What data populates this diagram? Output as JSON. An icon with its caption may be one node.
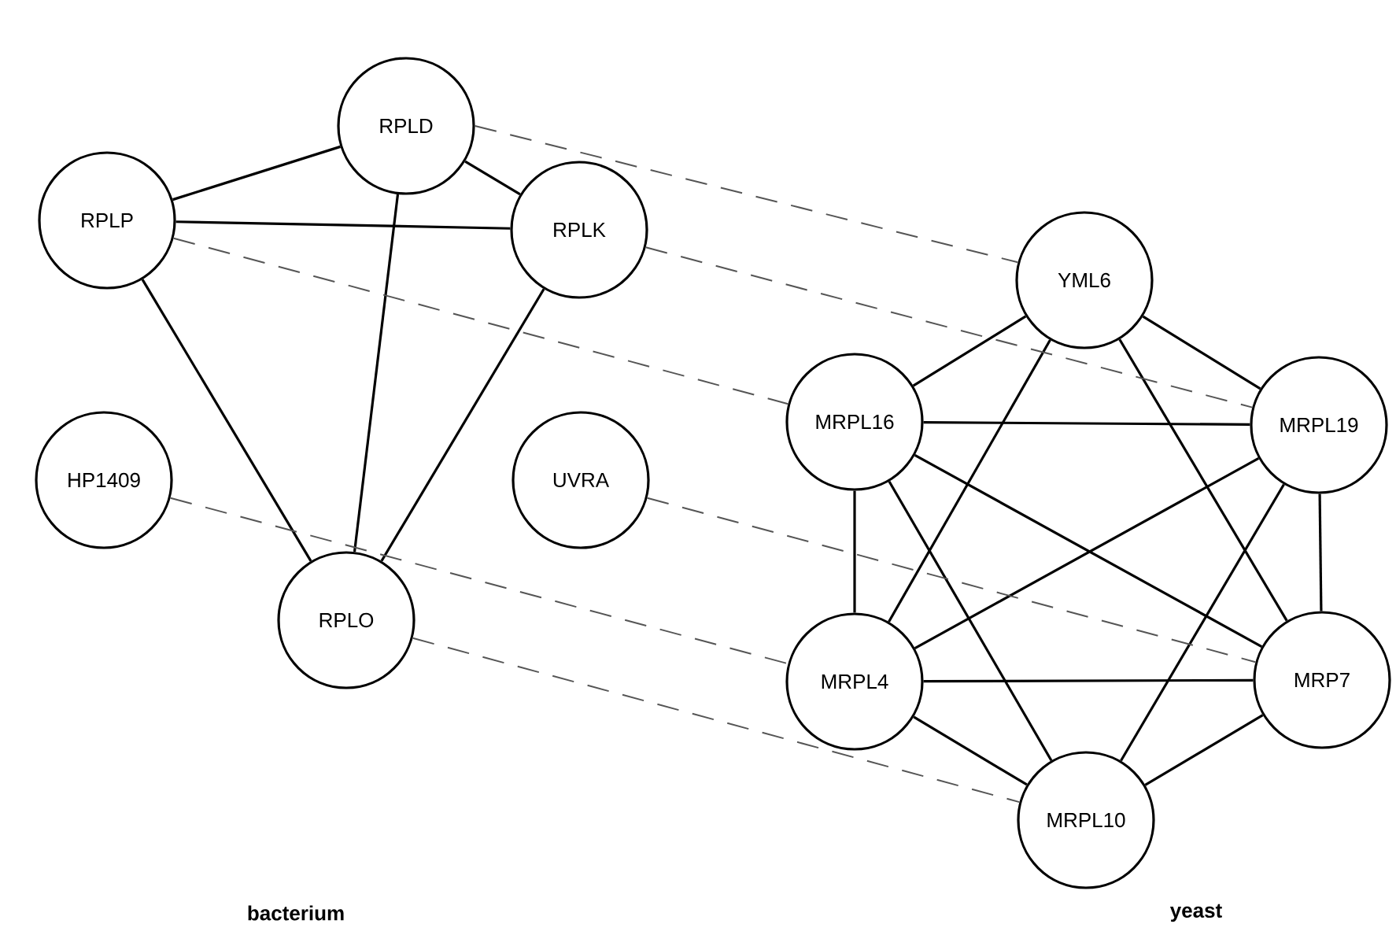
{
  "diagram": {
    "nodes": [
      {
        "text": [
          "RPLD"
        ]
      },
      {
        "text": [
          "RPLP"
        ]
      },
      {
        "text": [
          "RPLK"
        ]
      },
      {
        "text": [
          "HP1409"
        ]
      },
      {
        "text": [
          "UVRA"
        ]
      },
      {
        "text": [
          "RPLO"
        ]
      },
      {
        "text": [
          "YML6"
        ]
      },
      {
        "text": [
          "MRPL16"
        ]
      },
      {
        "text": [
          "MRPL19"
        ]
      },
      {
        "text": [
          "MRPL4"
        ]
      },
      {
        "text": [
          "MRP7"
        ]
      },
      {
        "text": [
          "MRPL10"
        ]
      }
    ],
    "edges": [
      {
        "from": 0,
        "to": 1,
        "arrow": "none"
      },
      {
        "from": 0,
        "to": 2,
        "arrow": "none"
      },
      {
        "from": 0,
        "to": 5,
        "arrow": "none"
      },
      {
        "from": 1,
        "to": 2,
        "arrow": "none"
      },
      {
        "from": 1,
        "to": 5,
        "arrow": "none"
      },
      {
        "from": 2,
        "to": 5,
        "arrow": "none"
      },
      {
        "from": 6,
        "to": 7,
        "arrow": "none"
      },
      {
        "from": 6,
        "to": 8,
        "arrow": "none"
      },
      {
        "from": 6,
        "to": 9,
        "arrow": "none"
      },
      {
        "from": 6,
        "to": 10,
        "arrow": "none"
      },
      {
        "from": 7,
        "to": 8,
        "arrow": "none"
      },
      {
        "from": 7,
        "to": 9,
        "arrow": "none"
      },
      {
        "from": 7,
        "to": 10,
        "arrow": "none"
      },
      {
        "from": 7,
        "to": 11,
        "arrow": "none"
      },
      {
        "from": 8,
        "to": 9,
        "arrow": "none"
      },
      {
        "from": 8,
        "to": 10,
        "arrow": "none"
      },
      {
        "from": 8,
        "to": 11,
        "arrow": "none"
      },
      {
        "from": 9,
        "to": 10,
        "arrow": "none"
      },
      {
        "from": 9,
        "to": 11,
        "arrow": "none"
      },
      {
        "from": 10,
        "to": 11,
        "arrow": "none"
      },
      {
        "from": 0,
        "to": 6,
        "arrow": "none",
        "style": "dashed",
        "color": "#555555"
      },
      {
        "from": 2,
        "to": 8,
        "arrow": "none",
        "style": "dashed",
        "color": "#555555"
      },
      {
        "from": 1,
        "to": 7,
        "arrow": "none",
        "style": "dashed",
        "color": "#555555"
      },
      {
        "from": 3,
        "to": 9,
        "arrow": "none",
        "style": "dashed",
        "color": "#555555"
      },
      {
        "from": 4,
        "to": 10,
        "arrow": "none",
        "style": "dashed",
        "color": "#555555"
      },
      {
        "from": 5,
        "to": 11,
        "arrow": "none",
        "style": "dashed",
        "color": "#555555"
      }
    ],
    "labels": [
      "bacterium",
      "yeast"
    ]
  }
}
